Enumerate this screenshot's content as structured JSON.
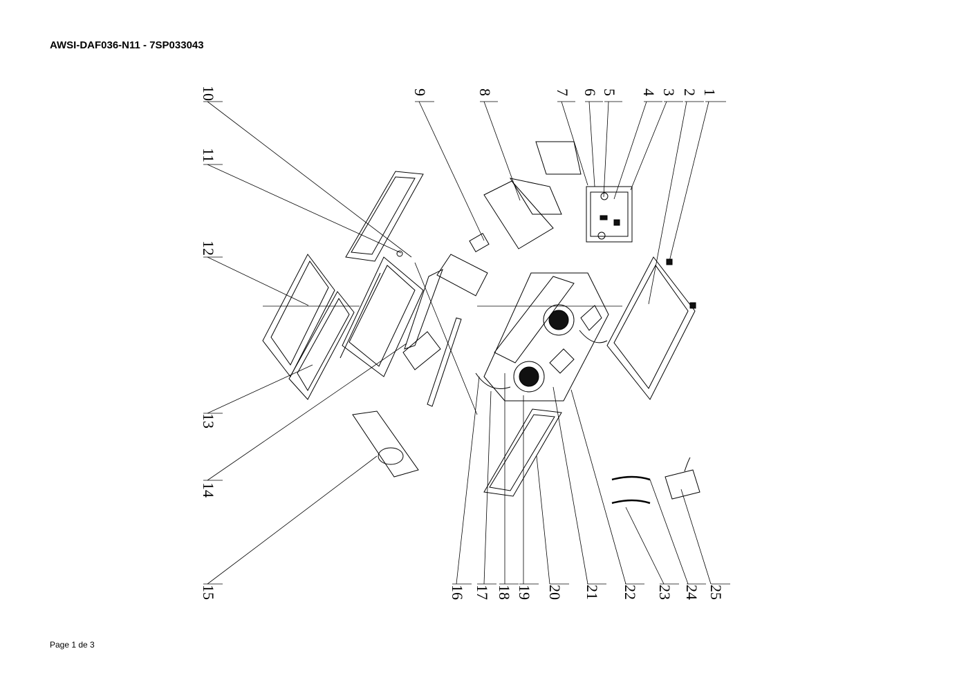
{
  "header": {
    "title": "AWSI-DAF036-N11 - 7SP033043"
  },
  "footer": {
    "page": "Page 1 de 3"
  },
  "diagram": {
    "callouts": {
      "c1": "1",
      "c2": "2",
      "c3": "3",
      "c4": "4",
      "c5": "5",
      "c6": "6",
      "c7": "7",
      "c8": "8",
      "c9": "9",
      "c10": "10",
      "c11": "11",
      "c12": "12",
      "c13": "13",
      "c14": "14",
      "c15": "15",
      "c16": "16",
      "c17": "17",
      "c18": "18",
      "c19": "19",
      "c20": "20",
      "c21": "21",
      "c22": "22",
      "c23": "23",
      "c24": "24",
      "c25": "25"
    }
  }
}
